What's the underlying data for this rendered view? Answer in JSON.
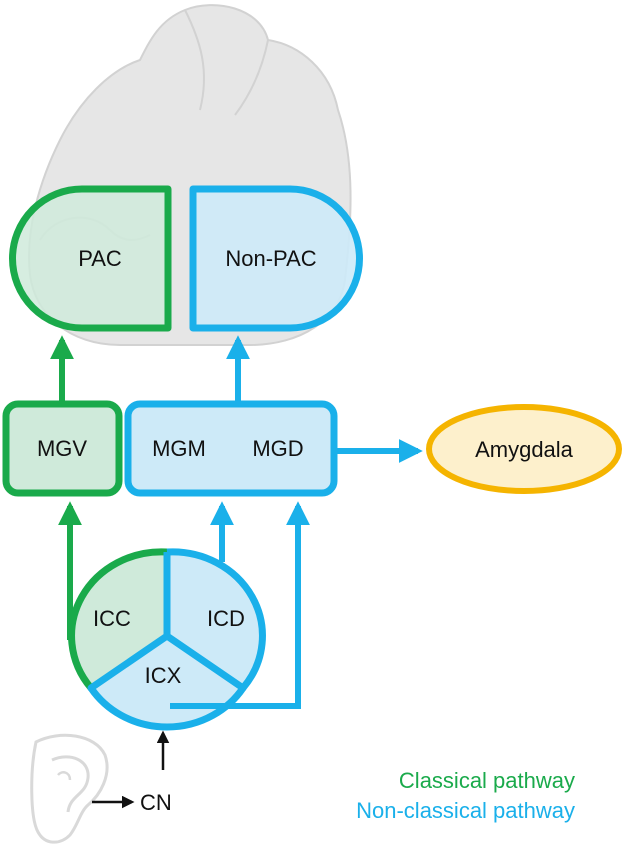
{
  "diagram": {
    "nodes": {
      "pac": "PAC",
      "non_pac": "Non-PAC",
      "mgv": "MGV",
      "mgm": "MGM",
      "mgd": "MGD",
      "amygdala": "Amygdala",
      "icc": "ICC",
      "icd": "ICD",
      "icx": "ICX",
      "cn": "CN"
    },
    "legend": {
      "classical": "Classical pathway",
      "non_classical": "Non-classical pathway"
    }
  },
  "colors": {
    "classical": "#1aaa4b",
    "classical_fill": "#cfeada",
    "non_classical": "#1ab0ea",
    "non_classical_fill": "#cdeaf8",
    "amygdala_stroke": "#f5b400",
    "amygdala_fill": "#fdf0cc",
    "brain_silhouette": "#e6e6e6",
    "ear_outline": "#d9d9d9"
  }
}
